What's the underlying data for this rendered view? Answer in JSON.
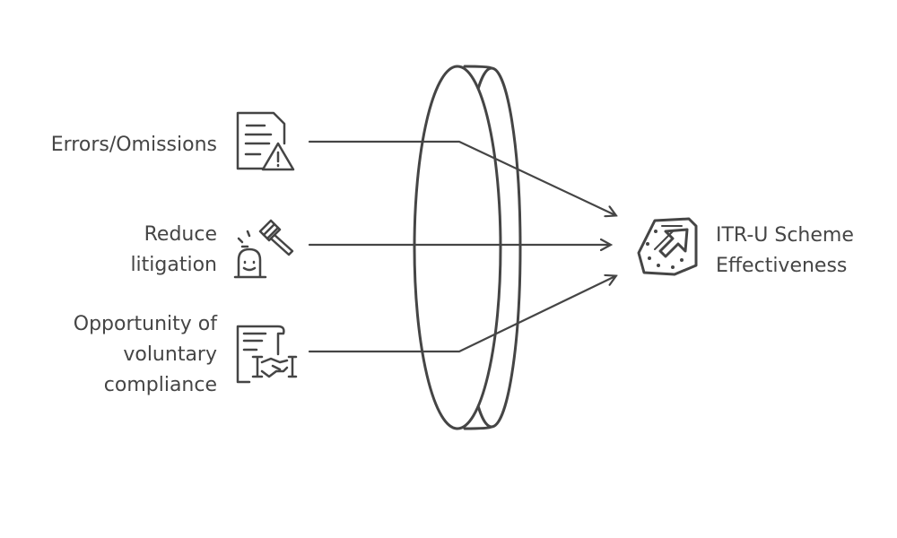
{
  "inputs": [
    {
      "lines": [
        "Errors/Omissions"
      ],
      "icon": "document-warning-icon"
    },
    {
      "lines": [
        "Reduce",
        "litigation"
      ],
      "icon": "gavel-icon"
    },
    {
      "lines": [
        "Opportunity of",
        "voluntary",
        "compliance"
      ],
      "icon": "agreement-handshake-icon"
    }
  ],
  "output": {
    "lines": [
      "ITR-U Scheme",
      "Effectiveness"
    ],
    "icon": "growth-arrow-icon"
  },
  "colors": {
    "stroke": "#454545",
    "background": "#ffffff"
  }
}
